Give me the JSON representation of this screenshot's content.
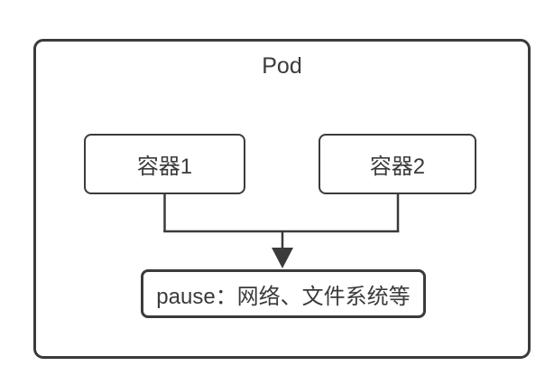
{
  "diagram": {
    "title": "Pod",
    "nodes": [
      {
        "id": "container-1",
        "label": "容器1"
      },
      {
        "id": "container-2",
        "label": "容器2"
      },
      {
        "id": "pause",
        "label": "pause：网络、文件系统等"
      }
    ],
    "edges": [
      {
        "from": "container-1",
        "to": "pause",
        "style": "elbow-merge-arrow"
      },
      {
        "from": "container-2",
        "to": "pause",
        "style": "elbow-merge-arrow"
      }
    ],
    "colors": {
      "stroke": "#3b3b3b",
      "text": "#3a3a3a",
      "background": "#ffffff"
    }
  }
}
